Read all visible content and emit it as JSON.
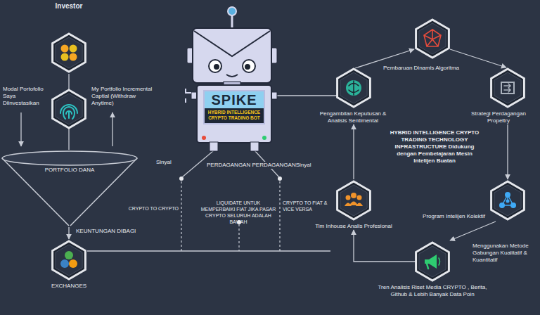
{
  "diagram": {
    "nodes": [
      {
        "text": [
          "Investor"
        ]
      },
      {
        "text": [
          "PORTFOLIO DANA"
        ]
      },
      {
        "text": [
          "EXCHANGES"
        ]
      },
      {
        "text": [
          "SPIKE",
          "HYBRID INTELLIGENCE CRYPTO TRADING BOT"
        ]
      },
      {
        "text": [
          "Pengambilan Keputusan & Analisis Sentimental"
        ]
      },
      {
        "text": [
          "Strategi Perdagangan Propeltry"
        ]
      },
      {
        "text": [
          "Tim Inhouse Analis Profesional"
        ]
      },
      {
        "text": [
          "Program Intelijen Kolektif"
        ]
      },
      {
        "text": [
          "Tren Analisis Riset Media CRYPTO , Berita, Github & Lebih Banyak Data Poin"
        ]
      }
    ],
    "edges": [
      {
        "from": 0,
        "to": 1,
        "arrow": "none"
      },
      {
        "from": 1,
        "to": 2,
        "arrow": "to"
      },
      {
        "from": 3,
        "to": 4,
        "arrow": "none"
      },
      {
        "from": 6,
        "to": 4,
        "arrow": "to"
      },
      {
        "from": 5,
        "to": 7,
        "arrow": "to"
      },
      {
        "from": 7,
        "to": 8,
        "arrow": "to"
      },
      {
        "from": 8,
        "to": 6,
        "arrow": "to"
      }
    ],
    "labels": [
      "Modal Portofolio Saya Diinvestasikan",
      "My Portfolio Incremental Captial (Withdraw Anytime)",
      "KEUNTUNGAN DIBAGI",
      "Sinyal",
      "PERDAGANGAN PERDAGANGANSinyal",
      "CRYPTO TO CRYPTO",
      "LIQUIDATE UNTUK MEMPERBAIKI FIAT JIKA PASAR CRYPTO SELURUH ADALAH BAWAH",
      "CRYPTO TO FIAT & VICE VERSA",
      "Pembaruan Dinamis Algoritma",
      "HYBRID INTELLIGENCE CRYPTO TRADING TECHNOLOGY INFRASTRUCTURE Didukung dengan Pembelajaran Mesin Intelijen Buatan",
      "Menggunakan Metode Gabungan Kualitatif & Kuantitatif"
    ]
  }
}
